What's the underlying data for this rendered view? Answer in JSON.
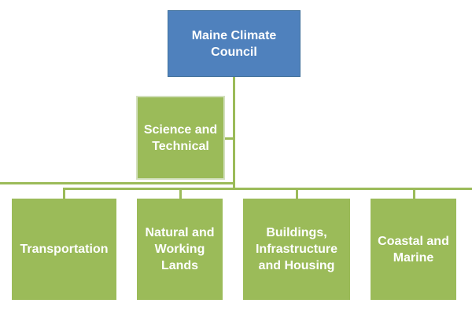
{
  "colors": {
    "blue": "#4f81bd",
    "green": "#9bbb59",
    "line": "#9bbb59"
  },
  "root": {
    "label": "Maine Climate Council"
  },
  "advisory": {
    "label": "Science and Technical"
  },
  "working_groups": [
    {
      "label": "Transportation"
    },
    {
      "label": "Natural and Working Lands"
    },
    {
      "label": "Buildings, Infrastructure and Housing"
    },
    {
      "label": "Coastal and Marine"
    }
  ]
}
